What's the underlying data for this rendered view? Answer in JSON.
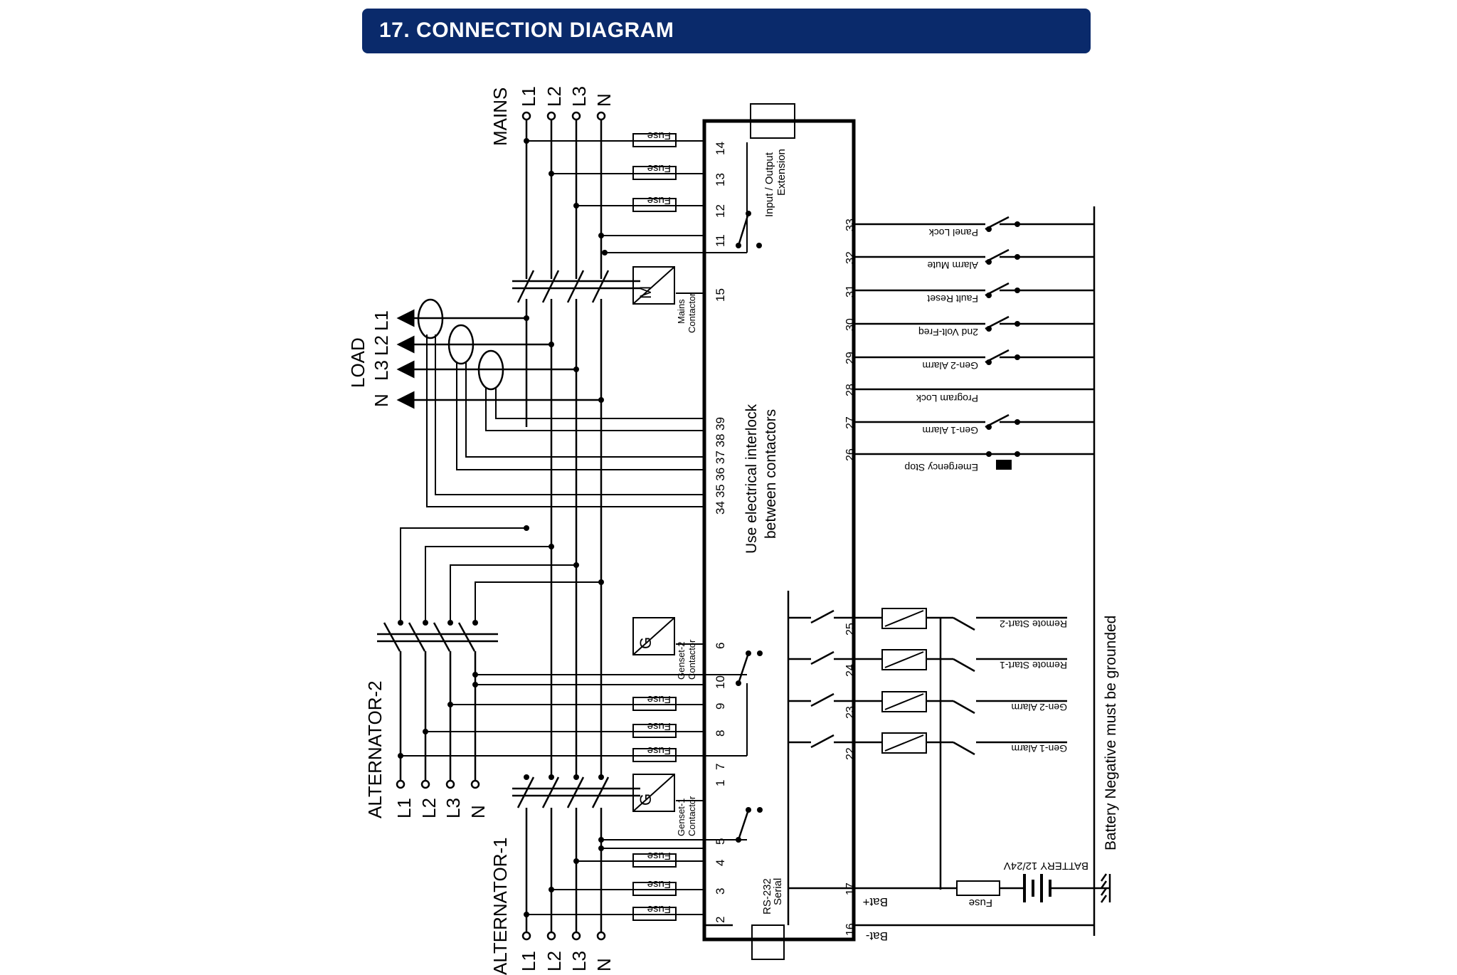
{
  "section_title": "17. CONNECTION DIAGRAM",
  "mains": {
    "label": "MAINS",
    "phases": [
      "L1",
      "L2",
      "L3",
      "N"
    ],
    "fuse_label": "Fuse",
    "terminals": [
      "14",
      "13",
      "12",
      "11",
      "15"
    ],
    "contactor_symbol": "M",
    "contactor_label_1": "Mains",
    "contactor_label_2": "Contactor"
  },
  "io_extension": {
    "line1": "Input / Output",
    "line2": "Extension"
  },
  "load": {
    "label": "LOAD",
    "phases": [
      "L1",
      "L2",
      "L3",
      "N"
    ],
    "ct_terminals": "34 35 36 37 38 39"
  },
  "interlock_note": {
    "line1": "Use electrical interlock",
    "line2": "between contactors"
  },
  "alternator2": {
    "label": "ALTERNATOR-2",
    "phases": [
      "L1",
      "L2",
      "L3",
      "N"
    ],
    "contactor_symbol": "G",
    "contactor_label_1": "Genset-2",
    "contactor_label_2": "Contactor",
    "terminals": [
      "6",
      "10",
      "9",
      "8",
      "7"
    ]
  },
  "alternator1": {
    "label": "ALTERNATOR-1",
    "phases": [
      "L1",
      "L2",
      "L3",
      "N"
    ],
    "contactor_symbol": "G",
    "contactor_label_1": "Genset-1",
    "contactor_label_2": "Contactor",
    "terminals": [
      "1",
      "5",
      "4",
      "3",
      "2"
    ]
  },
  "serial": {
    "line1": "RS-232",
    "line2": "Serial"
  },
  "digital_inputs": [
    {
      "terminal": "33",
      "label": "Panel Lock"
    },
    {
      "terminal": "32",
      "label": "Alarm Mute"
    },
    {
      "terminal": "31",
      "label": "Fault Reset"
    },
    {
      "terminal": "30",
      "label": "2nd Volt-Freq"
    },
    {
      "terminal": "29",
      "label": "Gen-2 Alarm"
    },
    {
      "terminal": "28",
      "label": "Program Lock"
    },
    {
      "terminal": "27",
      "label": "Gen-1 Alarm"
    },
    {
      "terminal": "26",
      "label": "Emergency Stop"
    }
  ],
  "relay_outputs": [
    {
      "terminal": "25",
      "label": "Remote Start-2"
    },
    {
      "terminal": "24",
      "label": "Remote Start-1"
    },
    {
      "terminal": "23",
      "label": "Gen-2 Alarm"
    },
    {
      "terminal": "22",
      "label": "Gen-1 Alarm"
    }
  ],
  "power": {
    "bat_plus_terminal": "17",
    "bat_plus_label": "Bat+",
    "bat_minus_terminal": "16",
    "bat_minus_label": "Bat-",
    "battery_label": "BATTERY 12/24V",
    "fuse_label": "Fuse"
  },
  "ground_note": "Battery Negative must be grounded"
}
